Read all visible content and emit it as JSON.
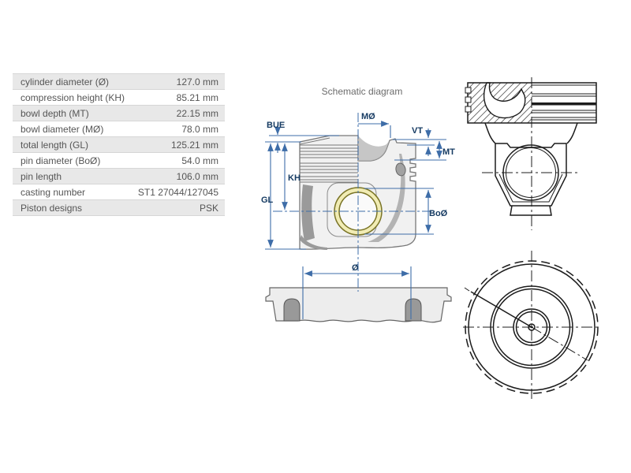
{
  "spec_table": {
    "rows": [
      {
        "label": "cylinder diameter (Ø)",
        "value": "127.0 mm"
      },
      {
        "label": "compression height (KH)",
        "value": "85.21 mm"
      },
      {
        "label": "bowl depth (MT)",
        "value": "22.15 mm"
      },
      {
        "label": "bowl diameter (MØ)",
        "value": "78.0 mm"
      },
      {
        "label": "total length (GL)",
        "value": "125.21 mm"
      },
      {
        "label": "pin diameter (BoØ)",
        "value": "54.0 mm"
      },
      {
        "label": "pin length",
        "value": "106.0 mm"
      },
      {
        "label": "casting number",
        "value": "ST1 27044/127045"
      },
      {
        "label": "Piston designs",
        "value": "PSK"
      }
    ]
  },
  "schematic": {
    "title": "Schematic diagram",
    "dimension_labels": {
      "bue": "BUE",
      "mo": "MØ",
      "vt": "VT",
      "mt": "MT",
      "kh": "KH",
      "gl": "GL",
      "boo": "BoØ",
      "dia": "Ø"
    }
  },
  "colors": {
    "dimension_line": "#3e6da8",
    "dimension_label": "#173c63",
    "row_alt_background": "#e8e8e8",
    "table_text": "#555555",
    "drawing_stroke": "#1c1c1c",
    "piston_fill": "#f1f1f1",
    "bushing_ring": "#f1ecb4"
  }
}
